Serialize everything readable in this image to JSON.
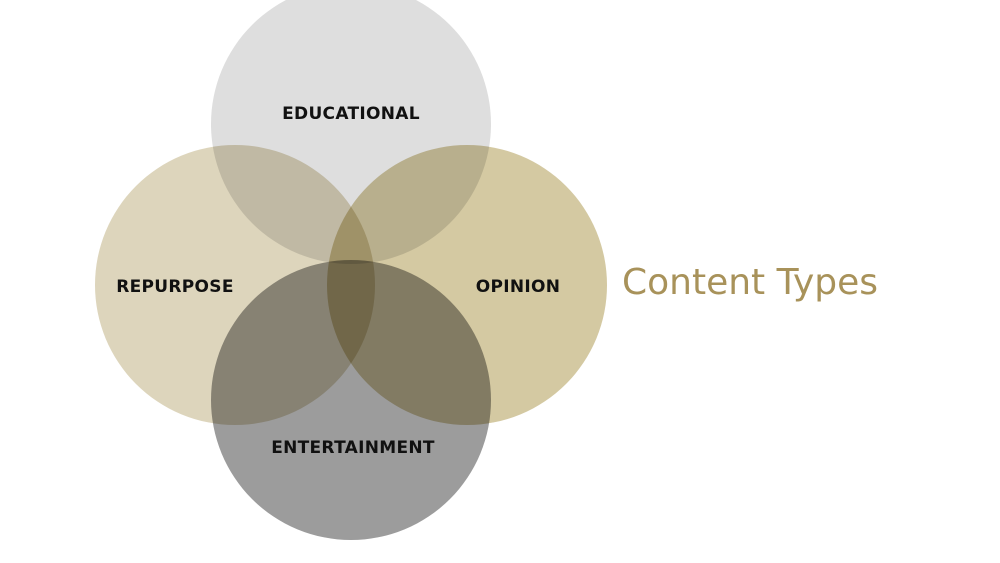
{
  "title": "Content Types",
  "circles": [
    {
      "label": "EDUCATIONAL",
      "color": "#dedede"
    },
    {
      "label": "REPURPOSE",
      "color": "#ddd5bc"
    },
    {
      "label": "OPINION",
      "color": "#d4c9a2"
    },
    {
      "label": "ENTERTAINMENT",
      "color": "#9c9c9c"
    }
  ],
  "title_color": "#a8925a"
}
